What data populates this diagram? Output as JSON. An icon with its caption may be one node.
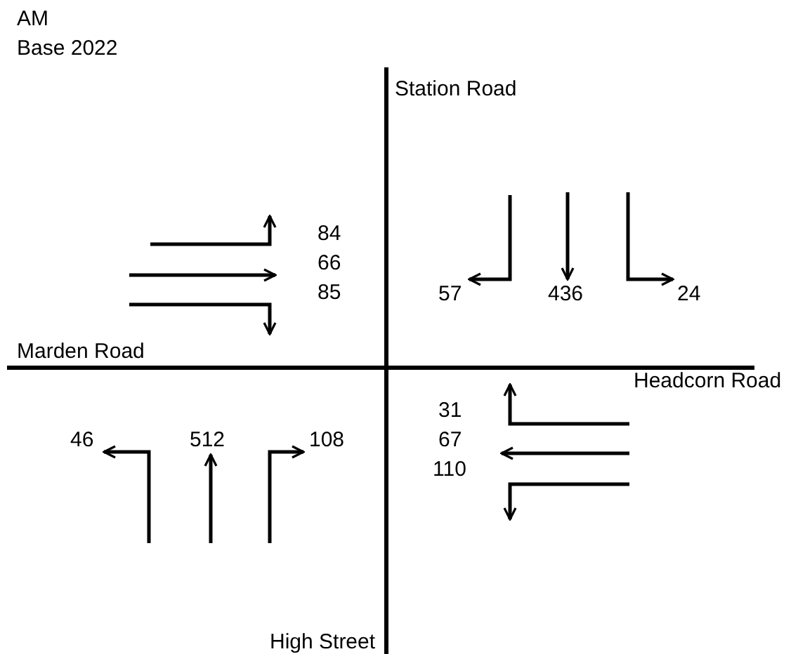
{
  "diagram": {
    "labels": [
      "AM",
      "Base 2022",
      "Station Road",
      "84",
      "66",
      "85",
      "57",
      "436",
      "24",
      "Marden Road",
      "Headcorn Road",
      "31",
      "67",
      "110",
      "46",
      "512",
      "108",
      "High Street"
    ]
  }
}
